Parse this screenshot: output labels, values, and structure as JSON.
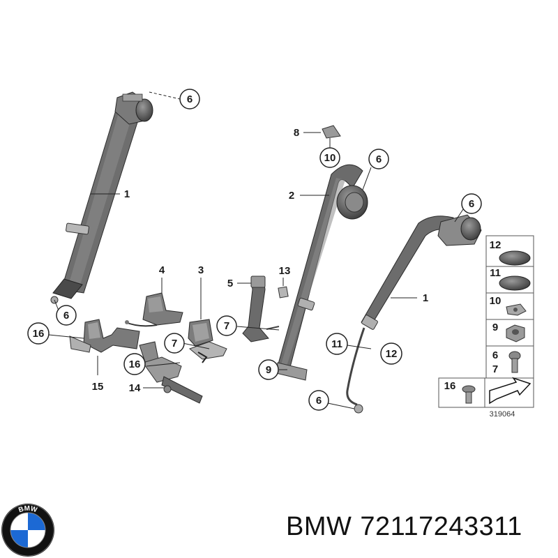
{
  "diagram": {
    "reference_code": "319064",
    "callouts": {
      "c1a": "1",
      "c1b": "1",
      "c2": "2",
      "c3": "3",
      "c4": "4",
      "c5": "5",
      "c6a": "6",
      "c6b": "6",
      "c6c": "6",
      "c6d": "6",
      "c6e": "6",
      "c7a": "7",
      "c7b": "7",
      "c8": "8",
      "c9": "9",
      "c10": "10",
      "c11": "11",
      "c12": "12",
      "c13": "13",
      "c14": "14",
      "c15": "15",
      "c16a": "16",
      "c16b": "16"
    },
    "legend": {
      "l12": "12",
      "l11": "11",
      "l10": "10",
      "l9": "9",
      "l6": "6",
      "l7": "7",
      "l16": "16"
    }
  },
  "footer": {
    "brand": "BMW",
    "part_number": "72117243311"
  },
  "logo": {
    "letters": "BMW",
    "colors": {
      "blue": "#1c69d4",
      "white": "#ffffff",
      "ring": "#111111"
    }
  }
}
